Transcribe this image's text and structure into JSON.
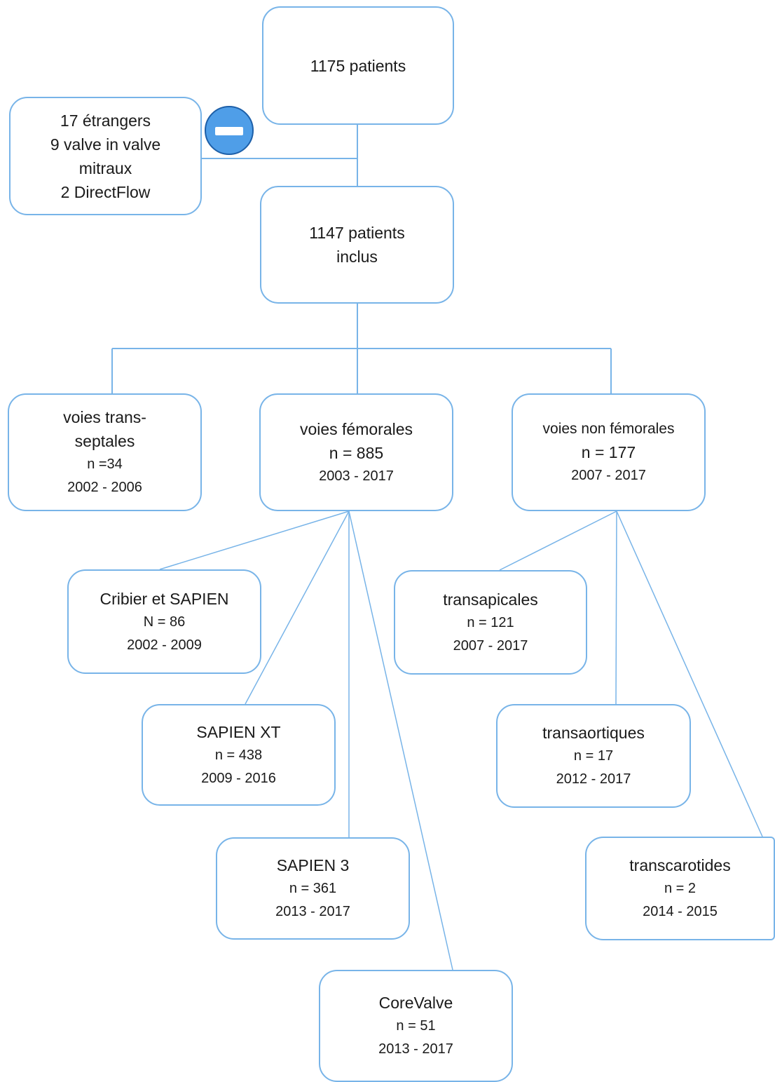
{
  "root": {
    "line1": "1175 patients"
  },
  "excluded": {
    "line1": "17 étrangers",
    "line2": "9 valve in valve",
    "line3": "mitraux",
    "line4": "2 DirectFlow",
    "icon": "minus-circle-icon"
  },
  "included": {
    "line1": "1147 patients",
    "line2": "inclus"
  },
  "transseptal": {
    "line1": "voies trans-",
    "line2": "septales",
    "line3": "n =34",
    "line4": "2002 - 2006"
  },
  "femoral": {
    "line1": "voies fémorales",
    "line2": "n = 885",
    "line3": "2003 - 2017"
  },
  "non_femoral": {
    "line1": "voies non fémorales",
    "line2": "n = 177",
    "line3": "2007 - 2017"
  },
  "cribier": {
    "line1": "Cribier et SAPIEN",
    "line2": "N = 86",
    "line3": "2002 - 2009"
  },
  "sapien_xt": {
    "line1": "SAPIEN XT",
    "line2": "n = 438",
    "line3": "2009 - 2016"
  },
  "sapien3": {
    "line1": "SAPIEN 3",
    "line2": "n = 361",
    "line3": "2013 - 2017"
  },
  "corevalve": {
    "line1": "CoreValve",
    "line2": "n = 51",
    "line3": "2013 - 2017"
  },
  "transapical": {
    "line1": "transapicales",
    "line2": "n = 121",
    "line3": "2007 - 2017"
  },
  "transaortic": {
    "line1": "transaortiques",
    "line2": "n = 17",
    "line3": "2012 - 2017"
  },
  "transcarotid": {
    "line1": "transcarotides",
    "line2": "n = 2",
    "line3": "2014 - 2015"
  },
  "colors": {
    "border": "#78b4e8",
    "connector": "#78b4e8",
    "minus_fill": "#4f9ee8",
    "minus_border": "#1d5fa8"
  }
}
